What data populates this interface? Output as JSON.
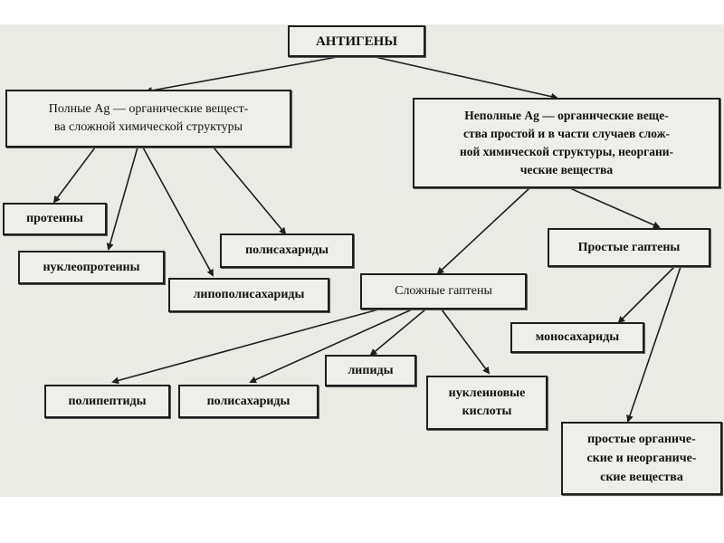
{
  "diagram": {
    "root": "АНТИГЕНЫ",
    "full": {
      "lines": [
        "Полные Ag — органические вещест-",
        "ва сложной химической структуры"
      ]
    },
    "incomplete": {
      "lines": [
        "Неполные Ag — органические веще-",
        "ства простой и в части случаев слож-",
        "ной химической структуры, неоргани-",
        "ческие вещества"
      ]
    },
    "full_children": [
      "протеины",
      "нуклеопротеины",
      "липополисахариды",
      "полисахариды"
    ],
    "complex_haptens": "Сложные гаптены",
    "simple_haptens": "Простые гаптены",
    "complex_children": {
      "polypeptides": "полипептиды",
      "polysaccharides": "полисахариды",
      "lipids": "липиды",
      "nucleic_acids": [
        "нуклеиновые",
        "кислоты"
      ]
    },
    "simple_children": {
      "monosaccharides": "моносахариды",
      "substances": [
        "простые органиче-",
        "ские и неорганиче-",
        "ские вещества"
      ]
    }
  },
  "colors": {
    "line": "#1e1e1e",
    "background": "#ebebe6",
    "box": "#eeeeea"
  }
}
